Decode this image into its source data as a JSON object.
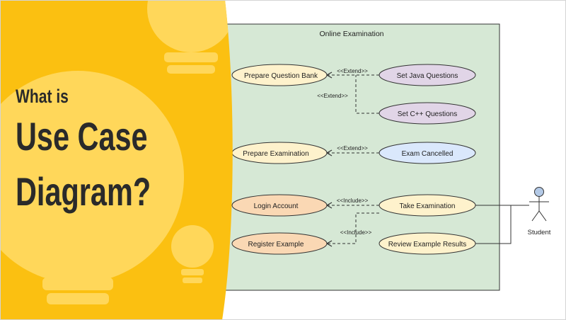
{
  "headline": {
    "line1": "What is",
    "line2": "Use Case",
    "line3": "Diagram?"
  },
  "colors": {
    "banner": "#fbc011",
    "banner_bulb": "#ffd75a",
    "system_fill": "#d6e8d5",
    "system_stroke": "#333333",
    "uc_yellow": "#fef2cc",
    "uc_purple": "#e1d5e7",
    "uc_blue": "#dae8fc",
    "uc_orange": "#fad8b4",
    "actor_head": "#b3c9e6"
  },
  "diagram": {
    "system_title": "Online Examination",
    "use_cases": {
      "prepare_bank": "Prepare Question Bank",
      "java": "Set Java Questions",
      "cpp": "Set C++ Questions",
      "prepare_exam": "Prepare Examination",
      "cancelled": "Exam Cancelled",
      "login": "Login Account",
      "take_exam": "Take Examination",
      "register": "Register Example",
      "review": "Review Example Results"
    },
    "relations": {
      "extend_java": "<<Extend>>",
      "extend_cpp": "<<Extend>>",
      "extend_cancel": "<<Extend>>",
      "include_login": "<<Include>>",
      "include_register": "<<Include>>"
    },
    "actor": "Student"
  }
}
